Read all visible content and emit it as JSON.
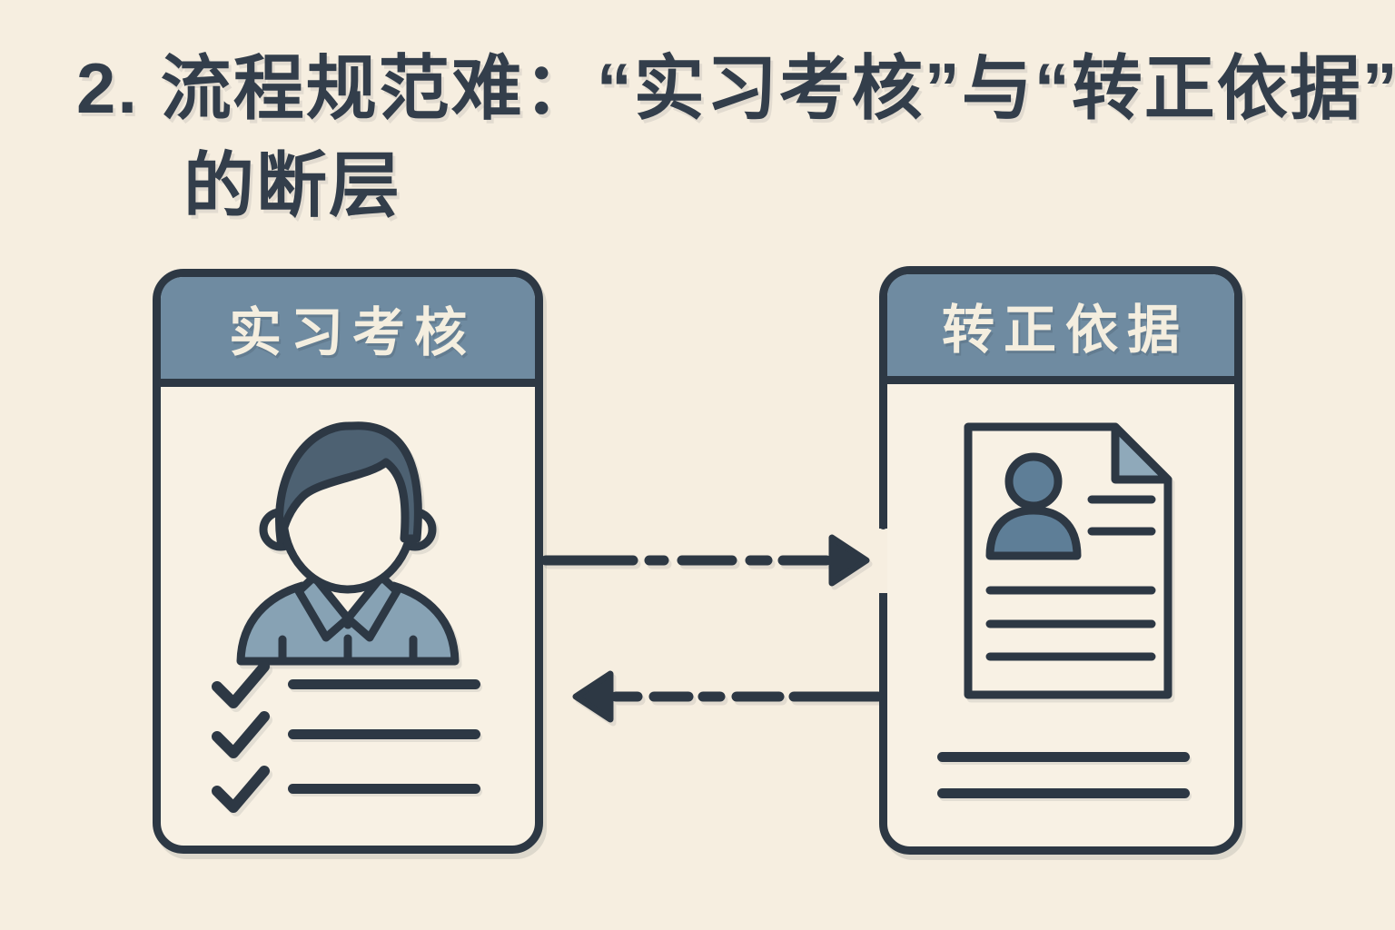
{
  "colors": {
    "background": "#f6eee0",
    "ink": "#2d3844",
    "title_text": "#333e4b",
    "card_background": "#f8f1e4",
    "card_header_background": "#6f8ba1",
    "card_header_text": "#f4eedf",
    "hair": "#4d6172",
    "shirt": "#87a2b4",
    "document_avatar": "#5e7e97",
    "document_fold": "#8fa9ba"
  },
  "title": {
    "line1": "2. 流程规范难：“实习考核”与“转正依据”",
    "line2": "的断层"
  },
  "left_card": {
    "header": "实习考核",
    "icon": "intern-avatar-icon",
    "checklist_rows": 3
  },
  "right_card": {
    "header": "转正依据",
    "icon": "resume-document-icon",
    "document_short_lines": 2,
    "document_long_lines": 3,
    "footer_lines": 2,
    "border_gap": true
  },
  "arrows": {
    "forward": {
      "direction": "right",
      "style": "dashed"
    },
    "backward": {
      "direction": "left",
      "style": "dashed"
    }
  }
}
